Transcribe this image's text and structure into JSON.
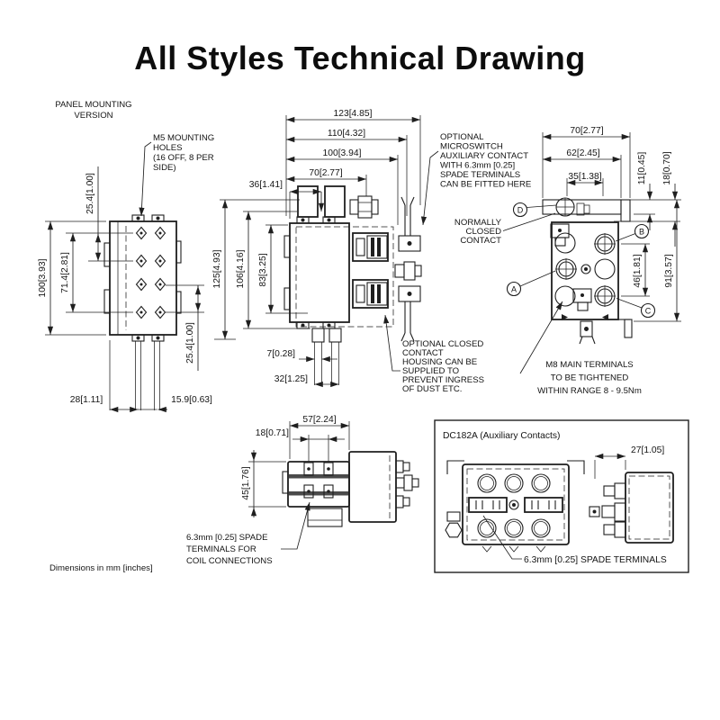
{
  "title": "All Styles Technical Drawing",
  "note": "Dimensions in mm [inches]",
  "panel_view": {
    "heading": [
      "PANEL MOUNTING",
      "VERSION"
    ],
    "m5_callout": [
      "M5 MOUNTING",
      "HOLES",
      "(16 OFF, 8 PER",
      "SIDE)"
    ],
    "dim_height": "100[3.93]",
    "dim_hole_span": "71.4[2.81]",
    "dim_pitch_top": "25.4[1.00]",
    "dim_pitch_bottom": "25.4[1.00]",
    "dim_edge_to_stud": "28[1.11]",
    "dim_stud_pitch": "15.9[0.63]"
  },
  "side_view": {
    "dim_w123": "123[4.85]",
    "dim_w110": "110[4.32]",
    "dim_w100": "100[3.94]",
    "dim_w70": "70[2.77]",
    "dim_w36": "36[1.41]",
    "dim_h125": "125[4.93]",
    "dim_h106": "106[4.16]",
    "dim_h83": "83[3.25]",
    "dim_w7": "7[0.28]",
    "dim_w32": "32[1.25]",
    "microswitch_callout": [
      "OPTIONAL",
      "MICROSWITCH",
      "AUXILIARY CONTACT",
      "WITH 6.3mm [0.25]",
      "SPADE TERMINALS",
      "CAN BE FITTED HERE"
    ],
    "nc_callout": [
      "NORMALLY",
      "CLOSED",
      "CONTACT"
    ],
    "housing_callout": [
      "OPTIONAL CLOSED",
      "CONTACT",
      "HOUSING CAN BE",
      "SUPPLIED TO",
      "PREVENT INGRESS",
      "OF DUST ETC."
    ]
  },
  "top_view": {
    "dim_w70": "70[2.77]",
    "dim_w62": "62[2.45]",
    "dim_w35": "35[1.38]",
    "dim_h11": "11[0.45]",
    "dim_h18": "18[0.70]",
    "dim_h46": "46[1.81]",
    "dim_h91": "91[3.57]",
    "label_a": "A",
    "label_b": "B",
    "label_c": "C",
    "label_d": "D",
    "m8_callout": [
      "M8 MAIN TERMINALS",
      "TO BE TIGHTENED",
      "WITHIN RANGE 8 - 9.5Nm"
    ]
  },
  "coil_view": {
    "dim_w57": "57[2.24]",
    "dim_w18": "18[0.71]",
    "dim_h45": "45[1.76]",
    "spade_callout": [
      "6.3mm [0.25] SPADE",
      "TERMINALS FOR",
      "COIL CONNECTIONS"
    ]
  },
  "aux_view": {
    "box_title": "DC182A (Auxiliary Contacts)",
    "dim_w27": "27[1.05]",
    "spade_callout": "6.3mm [0.25] SPADE TERMINALS"
  }
}
